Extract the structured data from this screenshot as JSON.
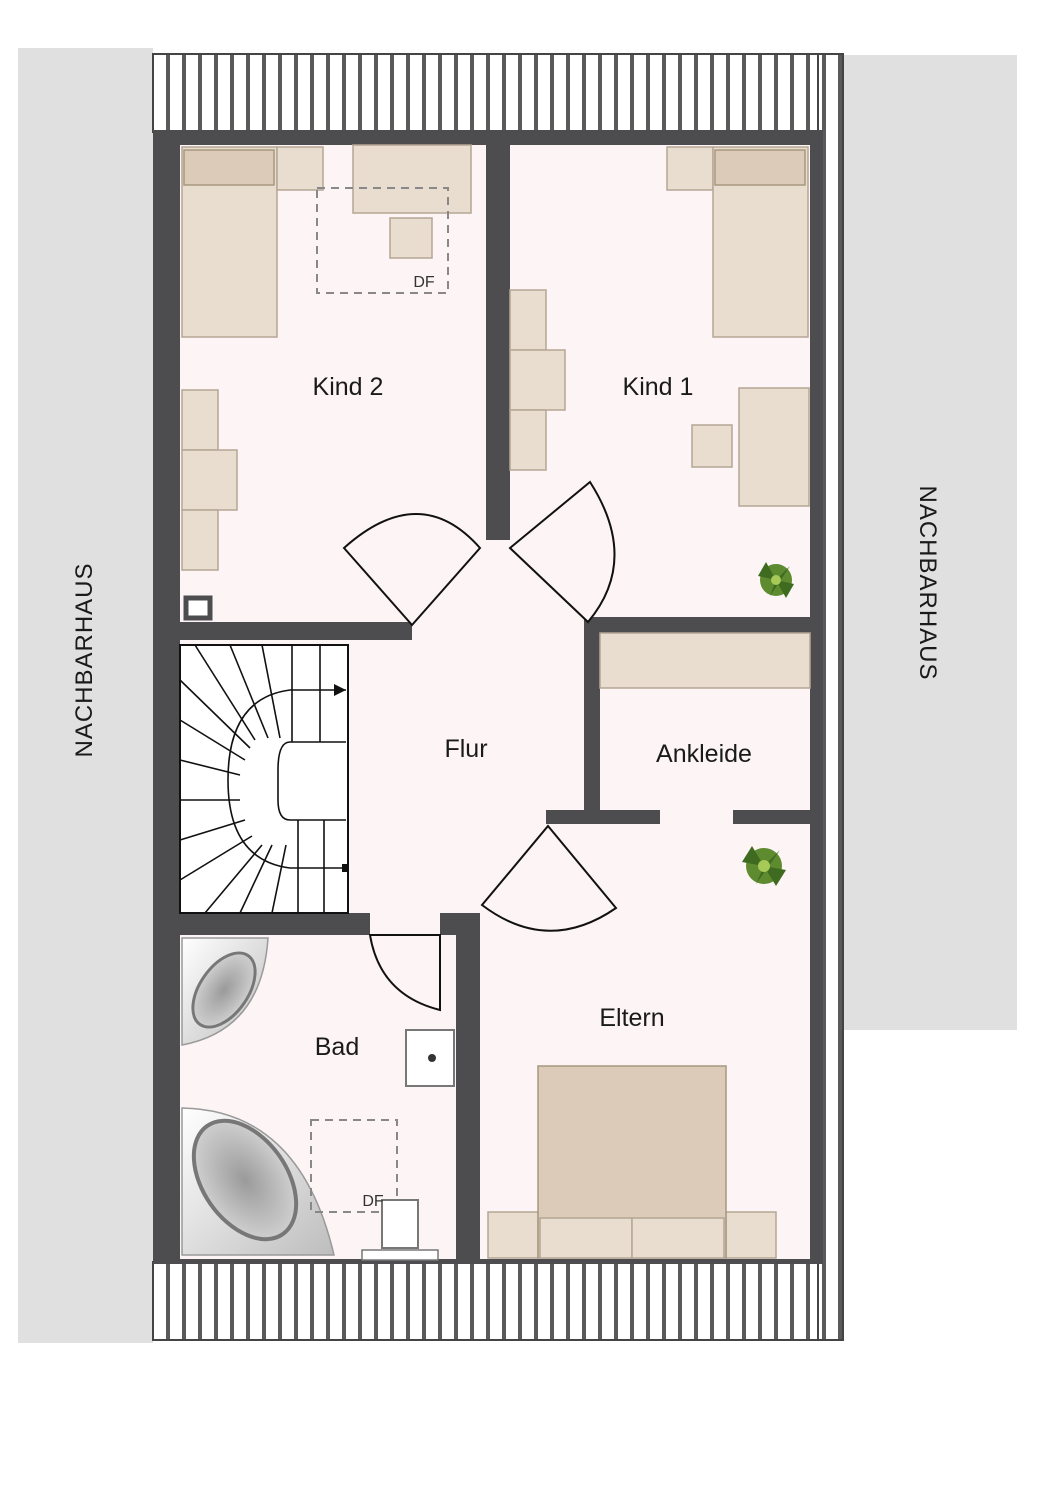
{
  "floorplan": {
    "neighbour_left": "NACHBARHAUS",
    "neighbour_right": "NACHBARHAUS",
    "rooms": {
      "kind2": "Kind 2",
      "kind1": "Kind 1",
      "flur": "Flur",
      "ankleide": "Ankleide",
      "bad": "Bad",
      "eltern": "Eltern"
    },
    "skylight_top": "DF",
    "skylight_bad": "DF"
  },
  "colors": {
    "wall": "#4d4d4f",
    "floor": "#fdf4f5",
    "furniture": "#e9ddcf",
    "neighbour": "#e0e0e0"
  }
}
